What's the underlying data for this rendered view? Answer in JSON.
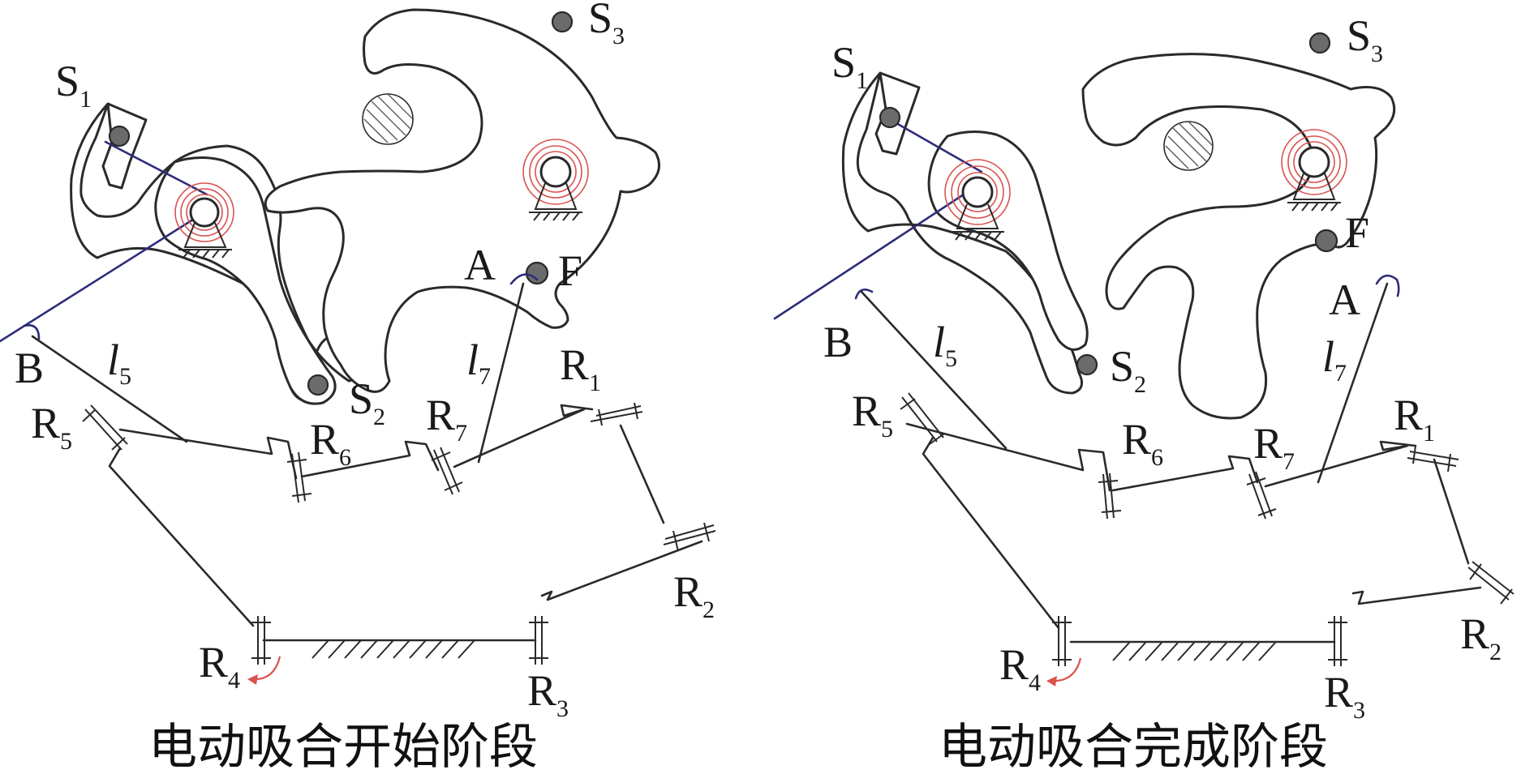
{
  "left_panel": {
    "caption": "电动吸合开始阶段",
    "labels": {
      "S": "S",
      "S1_sub": "1",
      "S2_sub": "2",
      "S3_sub": "3",
      "A": "A",
      "B": "B",
      "F": "F",
      "l": "l",
      "l5_sub": "5",
      "l7_sub": "7",
      "R": "R",
      "R1_sub": "1",
      "R2_sub": "2",
      "R3_sub": "3",
      "R4_sub": "4",
      "R5_sub": "5",
      "R6_sub": "6",
      "R7_sub": "7"
    }
  },
  "right_panel": {
    "caption": "电动吸合完成阶段",
    "labels": {
      "S": "S",
      "S1_sub": "1",
      "S2_sub": "2",
      "S3_sub": "3",
      "A": "A",
      "B": "B",
      "F": "F",
      "l": "l",
      "l5_sub": "5",
      "l7_sub": "7",
      "R": "R",
      "R1_sub": "1",
      "R2_sub": "2",
      "R3_sub": "3",
      "R4_sub": "4",
      "R5_sub": "5",
      "R6_sub": "6",
      "R7_sub": "7"
    }
  },
  "colors": {
    "line": "#2a2a2a",
    "spring": "#d9534f",
    "rod": "#2c2c7a",
    "pin": "#6b6b6b"
  },
  "icons": {
    "spring": "torsion-spring-icon",
    "ground": "ground-hatch-icon",
    "joint": "revolute-joint-icon"
  }
}
